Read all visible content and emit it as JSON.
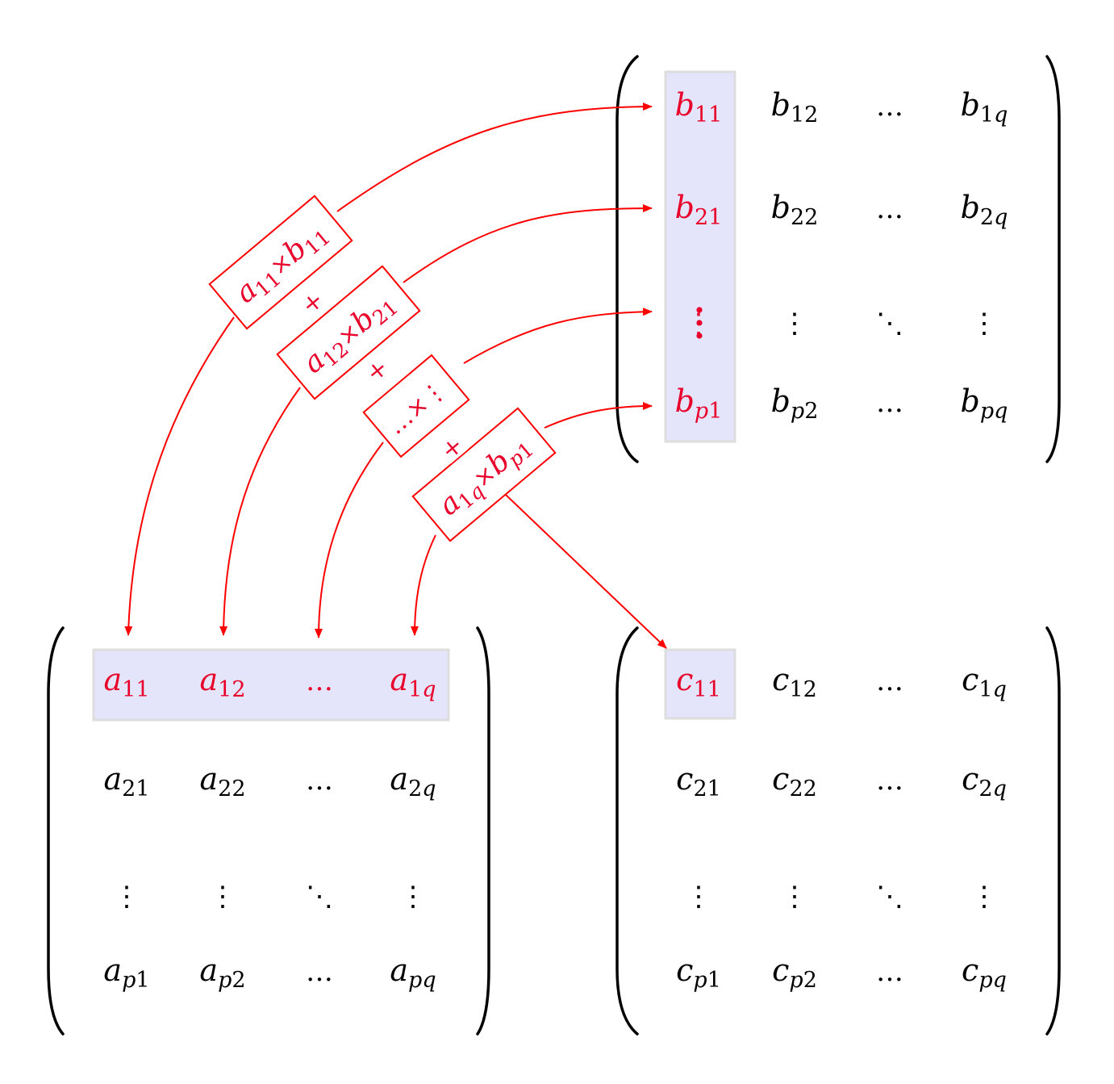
{
  "colors": {
    "highlight_text": "#e8002a",
    "arrow": "#ff0000",
    "highlight_fill": "#e4e4fb",
    "highlight_border": "#dddddd",
    "text": "#000000"
  },
  "matrix_b": {
    "rows": [
      [
        {
          "v": "b",
          "s": "11"
        },
        {
          "v": "b",
          "s": "12"
        },
        {
          "v": "…"
        },
        {
          "v": "b",
          "s": "1q"
        }
      ],
      [
        {
          "v": "b",
          "s": "21"
        },
        {
          "v": "b",
          "s": "22"
        },
        {
          "v": "…"
        },
        {
          "v": "b",
          "s": "2q"
        }
      ],
      [
        {
          "v": "⋮"
        },
        {
          "v": "⋮"
        },
        {
          "v": "⋱"
        },
        {
          "v": "⋮"
        }
      ],
      [
        {
          "v": "b",
          "s": "p1"
        },
        {
          "v": "b",
          "s": "p2"
        },
        {
          "v": "…"
        },
        {
          "v": "b",
          "s": "pq"
        }
      ]
    ]
  },
  "matrix_a": {
    "rows": [
      [
        {
          "v": "a",
          "s": "11"
        },
        {
          "v": "a",
          "s": "12"
        },
        {
          "v": "…"
        },
        {
          "v": "a",
          "s": "1q"
        }
      ],
      [
        {
          "v": "a",
          "s": "21"
        },
        {
          "v": "a",
          "s": "22"
        },
        {
          "v": "…"
        },
        {
          "v": "a",
          "s": "2q"
        }
      ],
      [
        {
          "v": "⋮"
        },
        {
          "v": "⋮"
        },
        {
          "v": "⋱"
        },
        {
          "v": "⋮"
        }
      ],
      [
        {
          "v": "a",
          "s": "p1"
        },
        {
          "v": "a",
          "s": "p2"
        },
        {
          "v": "…"
        },
        {
          "v": "a",
          "s": "pq"
        }
      ]
    ]
  },
  "matrix_c": {
    "rows": [
      [
        {
          "v": "c",
          "s": "11"
        },
        {
          "v": "c",
          "s": "12"
        },
        {
          "v": "…"
        },
        {
          "v": "c",
          "s": "1q"
        }
      ],
      [
        {
          "v": "c",
          "s": "21"
        },
        {
          "v": "c",
          "s": "22"
        },
        {
          "v": "…"
        },
        {
          "v": "c",
          "s": "2q"
        }
      ],
      [
        {
          "v": "⋮"
        },
        {
          "v": "⋮"
        },
        {
          "v": "⋱"
        },
        {
          "v": "⋮"
        }
      ],
      [
        {
          "v": "c",
          "s": "p1"
        },
        {
          "v": "c",
          "s": "p2"
        },
        {
          "v": "…"
        },
        {
          "v": "c",
          "s": "pq"
        }
      ]
    ]
  },
  "products": [
    {
      "a": "a",
      "as": "11",
      "op": "×",
      "b": "b",
      "bs": "11"
    },
    {
      "a": "a",
      "as": "12",
      "op": "×",
      "b": "b",
      "bs": "21"
    },
    {
      "a": "…",
      "as": "",
      "op": "×",
      "b": "⋮",
      "bs": ""
    },
    {
      "a": "a",
      "as": "1q",
      "op": "×",
      "b": "b",
      "bs": "p1"
    }
  ],
  "plus": "+"
}
